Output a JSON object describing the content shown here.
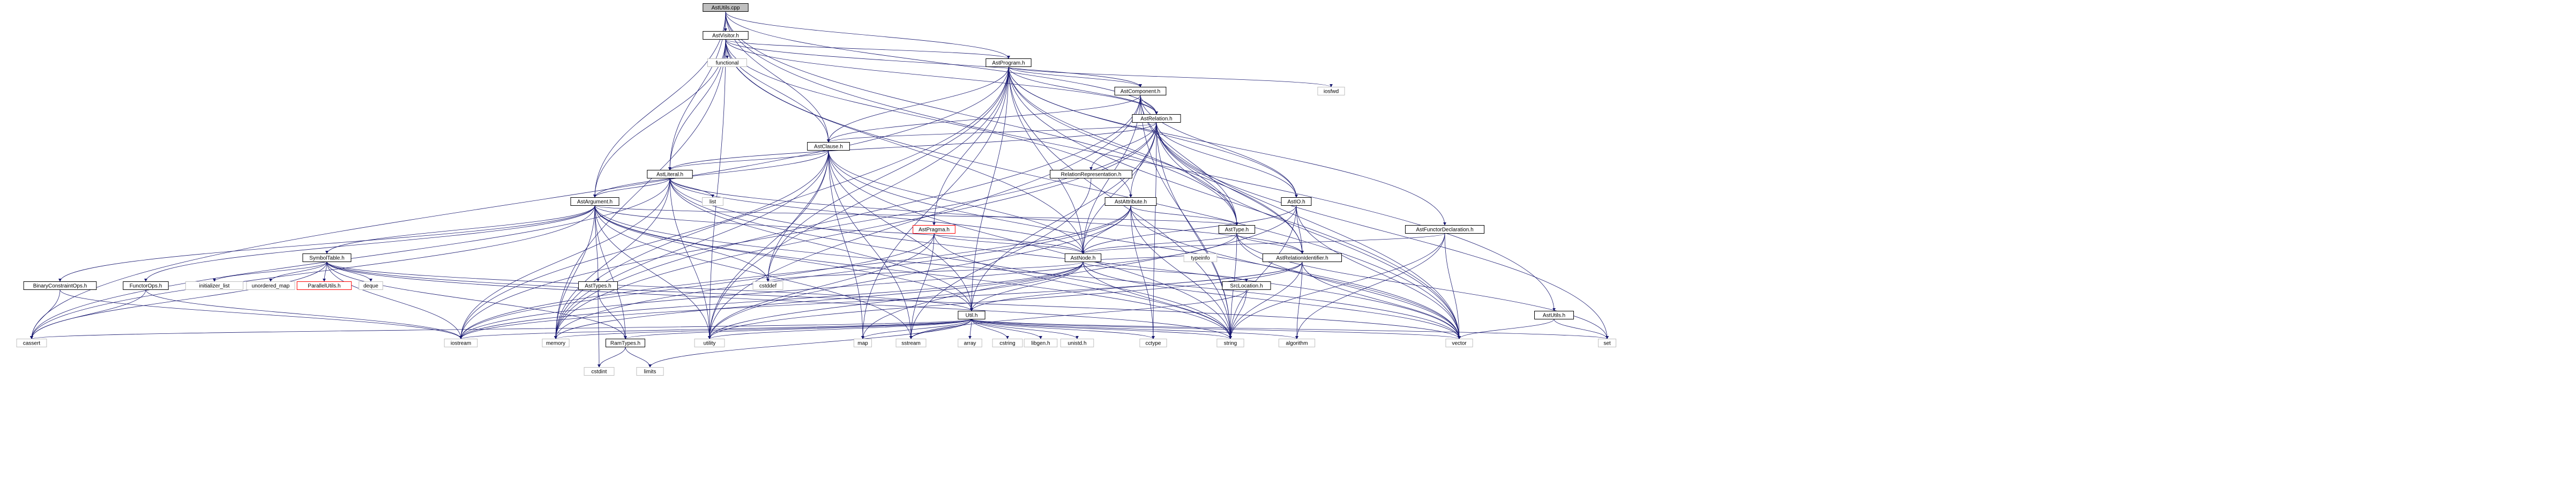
{
  "graph": {
    "colors": {
      "edge": "#191970",
      "node_fill": "#ffffff",
      "node_stroke": "#000000",
      "root_fill": "#bfbfbf",
      "link_stroke": "#bfbfbf",
      "highlight_stroke": "#ff0000",
      "highlight_text": "#ff0000",
      "label_text": "#000000"
    },
    "nodes": [
      {
        "id": "AstUtils.cpp",
        "label": "AstUtils.cpp",
        "kind": "root"
      },
      {
        "id": "AstVisitor.h",
        "label": "AstVisitor.h",
        "kind": "header"
      },
      {
        "id": "AstProgram.h",
        "label": "AstProgram.h",
        "kind": "header"
      },
      {
        "id": "functional",
        "label": "functional",
        "kind": "system"
      },
      {
        "id": "AstComponent.h",
        "label": "AstComponent.h",
        "kind": "header"
      },
      {
        "id": "iosfwd",
        "label": "iosfwd",
        "kind": "system"
      },
      {
        "id": "AstRelation.h",
        "label": "AstRelation.h",
        "kind": "header"
      },
      {
        "id": "AstClause.h",
        "label": "AstClause.h",
        "kind": "header"
      },
      {
        "id": "AstLiteral.h",
        "label": "AstLiteral.h",
        "kind": "header"
      },
      {
        "id": "RelationRepresentation.h",
        "label": "RelationRepresentation.h",
        "kind": "header"
      },
      {
        "id": "AstArgument.h",
        "label": "AstArgument.h",
        "kind": "header"
      },
      {
        "id": "list",
        "label": "list",
        "kind": "system"
      },
      {
        "id": "AstAttribute.h",
        "label": "AstAttribute.h",
        "kind": "header"
      },
      {
        "id": "AstType.h",
        "label": "AstType.h",
        "kind": "header"
      },
      {
        "id": "AstIO.h",
        "label": "AstIO.h",
        "kind": "header"
      },
      {
        "id": "AstFunctorDeclaration.h",
        "label": "AstFunctorDeclaration.h",
        "kind": "header"
      },
      {
        "id": "AstPragma.h",
        "label": "AstPragma.h",
        "kind": "highlight"
      },
      {
        "id": "AstNode.h",
        "label": "AstNode.h",
        "kind": "header"
      },
      {
        "id": "AstRelationIdentifier.h",
        "label": "AstRelationIdentifier.h",
        "kind": "header"
      },
      {
        "id": "SymbolTable.h",
        "label": "SymbolTable.h",
        "kind": "header"
      },
      {
        "id": "typeinfo",
        "label": "typeinfo",
        "kind": "system"
      },
      {
        "id": "AstTypes.h",
        "label": "AstTypes.h",
        "kind": "header"
      },
      {
        "id": "cstddef",
        "label": "cstddef",
        "kind": "system"
      },
      {
        "id": "SrcLocation.h",
        "label": "SrcLocation.h",
        "kind": "header"
      },
      {
        "id": "AstUtils.h",
        "label": "AstUtils.h",
        "kind": "header"
      },
      {
        "id": "BinaryConstraintOps.h",
        "label": "BinaryConstraintOps.h",
        "kind": "header"
      },
      {
        "id": "FunctorOps.h",
        "label": "FunctorOps.h",
        "kind": "header"
      },
      {
        "id": "initializer_list",
        "label": "initializer_list",
        "kind": "system"
      },
      {
        "id": "unordered_map",
        "label": "unordered_map",
        "kind": "system"
      },
      {
        "id": "ParallelUtils.h",
        "label": "ParallelUtils.h",
        "kind": "highlight"
      },
      {
        "id": "deque",
        "label": "deque",
        "kind": "system"
      },
      {
        "id": "Util.h",
        "label": "Util.h",
        "kind": "header"
      },
      {
        "id": "RamTypes.h",
        "label": "RamTypes.h",
        "kind": "header"
      },
      {
        "id": "cassert",
        "label": "cassert",
        "kind": "system"
      },
      {
        "id": "iostream",
        "label": "iostream",
        "kind": "system"
      },
      {
        "id": "memory",
        "label": "memory",
        "kind": "system"
      },
      {
        "id": "utility",
        "label": "utility",
        "kind": "system"
      },
      {
        "id": "map",
        "label": "map",
        "kind": "system"
      },
      {
        "id": "sstream",
        "label": "sstream",
        "kind": "system"
      },
      {
        "id": "array",
        "label": "array",
        "kind": "system"
      },
      {
        "id": "cstring",
        "label": "cstring",
        "kind": "system"
      },
      {
        "id": "libgen.h",
        "label": "libgen.h",
        "kind": "system"
      },
      {
        "id": "unistd.h",
        "label": "unistd.h",
        "kind": "system"
      },
      {
        "id": "cctype",
        "label": "cctype",
        "kind": "system"
      },
      {
        "id": "string",
        "label": "string",
        "kind": "system"
      },
      {
        "id": "algorithm",
        "label": "algorithm",
        "kind": "system"
      },
      {
        "id": "vector",
        "label": "vector",
        "kind": "system"
      },
      {
        "id": "set",
        "label": "set",
        "kind": "system"
      },
      {
        "id": "cstdint",
        "label": "cstdint",
        "kind": "system"
      },
      {
        "id": "limits",
        "label": "limits",
        "kind": "system"
      }
    ],
    "edges": [
      [
        "AstUtils.cpp",
        "AstVisitor.h"
      ],
      [
        "AstUtils.cpp",
        "AstProgram.h"
      ],
      [
        "AstUtils.cpp",
        "AstRelation.h"
      ],
      [
        "AstUtils.cpp",
        "AstClause.h"
      ],
      [
        "AstUtils.cpp",
        "AstLiteral.h"
      ],
      [
        "AstUtils.cpp",
        "AstArgument.h"
      ],
      [
        "AstUtils.cpp",
        "AstType.h"
      ],
      [
        "AstUtils.cpp",
        "AstUtils.h"
      ],
      [
        "AstVisitor.h",
        "functional"
      ],
      [
        "AstVisitor.h",
        "AstProgram.h"
      ],
      [
        "AstVisitor.h",
        "AstComponent.h"
      ],
      [
        "AstVisitor.h",
        "AstRelation.h"
      ],
      [
        "AstVisitor.h",
        "AstClause.h"
      ],
      [
        "AstVisitor.h",
        "AstLiteral.h"
      ],
      [
        "AstVisitor.h",
        "AstArgument.h"
      ],
      [
        "AstVisitor.h",
        "AstAttribute.h"
      ],
      [
        "AstVisitor.h",
        "AstNode.h"
      ],
      [
        "AstVisitor.h",
        "memory"
      ],
      [
        "AstVisitor.h",
        "utility"
      ],
      [
        "AstVisitor.h",
        "vector"
      ],
      [
        "AstProgram.h",
        "AstComponent.h"
      ],
      [
        "AstProgram.h",
        "iosfwd"
      ],
      [
        "AstProgram.h",
        "AstRelation.h"
      ],
      [
        "AstProgram.h",
        "AstClause.h"
      ],
      [
        "AstProgram.h",
        "AstType.h"
      ],
      [
        "AstProgram.h",
        "AstIO.h"
      ],
      [
        "AstProgram.h",
        "AstFunctorDeclaration.h"
      ],
      [
        "AstProgram.h",
        "AstPragma.h"
      ],
      [
        "AstProgram.h",
        "AstNode.h"
      ],
      [
        "AstProgram.h",
        "AstRelationIdentifier.h"
      ],
      [
        "AstProgram.h",
        "Util.h"
      ],
      [
        "AstProgram.h",
        "cassert"
      ],
      [
        "AstProgram.h",
        "memory"
      ],
      [
        "AstProgram.h",
        "utility"
      ],
      [
        "AstProgram.h",
        "map"
      ],
      [
        "AstProgram.h",
        "cstddef"
      ],
      [
        "AstProgram.h",
        "string"
      ],
      [
        "AstProgram.h",
        "vector"
      ],
      [
        "AstComponent.h",
        "AstRelation.h"
      ],
      [
        "AstComponent.h",
        "AstClause.h"
      ],
      [
        "AstComponent.h",
        "AstType.h"
      ],
      [
        "AstComponent.h",
        "AstIO.h"
      ],
      [
        "AstComponent.h",
        "AstNode.h"
      ],
      [
        "AstComponent.h",
        "memory"
      ],
      [
        "AstComponent.h",
        "utility"
      ],
      [
        "AstComponent.h",
        "string"
      ],
      [
        "AstComponent.h",
        "vector"
      ],
      [
        "AstRelation.h",
        "AstClause.h"
      ],
      [
        "AstRelation.h",
        "RelationRepresentation.h"
      ],
      [
        "AstRelation.h",
        "AstAttribute.h"
      ],
      [
        "AstRelation.h",
        "AstType.h"
      ],
      [
        "AstRelation.h",
        "AstIO.h"
      ],
      [
        "AstRelation.h",
        "AstNode.h"
      ],
      [
        "AstRelation.h",
        "AstRelationIdentifier.h"
      ],
      [
        "AstRelation.h",
        "AstLiteral.h"
      ],
      [
        "AstRelation.h",
        "Util.h"
      ],
      [
        "AstRelation.h",
        "iostream"
      ],
      [
        "AstRelation.h",
        "memory"
      ],
      [
        "AstRelation.h",
        "cctype"
      ],
      [
        "AstRelation.h",
        "string"
      ],
      [
        "AstRelation.h",
        "vector"
      ],
      [
        "AstRelation.h",
        "set"
      ],
      [
        "AstClause.h",
        "AstLiteral.h"
      ],
      [
        "AstClause.h",
        "AstArgument.h"
      ],
      [
        "AstClause.h",
        "AstNode.h"
      ],
      [
        "AstClause.h",
        "Util.h"
      ],
      [
        "AstClause.h",
        "iostream"
      ],
      [
        "AstClause.h",
        "memory"
      ],
      [
        "AstClause.h",
        "utility"
      ],
      [
        "AstClause.h",
        "map"
      ],
      [
        "AstClause.h",
        "sstream"
      ],
      [
        "AstClause.h",
        "cstddef"
      ],
      [
        "AstClause.h",
        "string"
      ],
      [
        "AstClause.h",
        "vector"
      ],
      [
        "AstLiteral.h",
        "AstArgument.h"
      ],
      [
        "AstLiteral.h",
        "list"
      ],
      [
        "AstLiteral.h",
        "AstNode.h"
      ],
      [
        "AstLiteral.h",
        "AstRelationIdentifier.h"
      ],
      [
        "AstLiteral.h",
        "Util.h"
      ],
      [
        "AstLiteral.h",
        "cassert"
      ],
      [
        "AstLiteral.h",
        "iostream"
      ],
      [
        "AstLiteral.h",
        "memory"
      ],
      [
        "AstLiteral.h",
        "utility"
      ],
      [
        "AstLiteral.h",
        "string"
      ],
      [
        "AstLiteral.h",
        "vector"
      ],
      [
        "RelationRepresentation.h",
        "sstream"
      ],
      [
        "AstArgument.h",
        "AstNode.h"
      ],
      [
        "AstArgument.h",
        "AstType.h"
      ],
      [
        "AstArgument.h",
        "AstTypes.h"
      ],
      [
        "AstArgument.h",
        "BinaryConstraintOps.h"
      ],
      [
        "AstArgument.h",
        "FunctorOps.h"
      ],
      [
        "AstArgument.h",
        "SymbolTable.h"
      ],
      [
        "AstArgument.h",
        "Util.h"
      ],
      [
        "AstArgument.h",
        "RamTypes.h"
      ],
      [
        "AstArgument.h",
        "cassert"
      ],
      [
        "AstArgument.h",
        "memory"
      ],
      [
        "AstArgument.h",
        "utility"
      ],
      [
        "AstArgument.h",
        "cstddef"
      ],
      [
        "AstArgument.h",
        "string"
      ],
      [
        "AstArgument.h",
        "vector"
      ],
      [
        "AstArgument.h",
        "sstream"
      ],
      [
        "AstAttribute.h",
        "AstNode.h"
      ],
      [
        "AstAttribute.h",
        "AstType.h"
      ],
      [
        "AstAttribute.h",
        "iostream"
      ],
      [
        "AstAttribute.h",
        "memory"
      ],
      [
        "AstAttribute.h",
        "utility"
      ],
      [
        "AstAttribute.h",
        "cctype"
      ],
      [
        "AstAttribute.h",
        "string"
      ],
      [
        "AstAttribute.h",
        "vector"
      ],
      [
        "AstType.h",
        "AstNode.h"
      ],
      [
        "AstType.h",
        "AstRelationIdentifier.h"
      ],
      [
        "AstType.h",
        "iostream"
      ],
      [
        "AstType.h",
        "string"
      ],
      [
        "AstType.h",
        "vector"
      ],
      [
        "AstType.h",
        "set"
      ],
      [
        "AstIO.h",
        "AstNode.h"
      ],
      [
        "AstIO.h",
        "AstRelationIdentifier.h"
      ],
      [
        "AstIO.h",
        "map"
      ],
      [
        "AstIO.h",
        "string"
      ],
      [
        "AstIO.h",
        "vector"
      ],
      [
        "AstFunctorDeclaration.h",
        "AstNode.h"
      ],
      [
        "AstFunctorDeclaration.h",
        "string"
      ],
      [
        "AstFunctorDeclaration.h",
        "vector"
      ],
      [
        "AstFunctorDeclaration.h",
        "algorithm"
      ],
      [
        "AstPragma.h",
        "AstNode.h"
      ],
      [
        "AstPragma.h",
        "iostream"
      ],
      [
        "AstPragma.h",
        "utility"
      ],
      [
        "AstPragma.h",
        "string"
      ],
      [
        "AstPragma.h",
        "sstream"
      ],
      [
        "AstNode.h",
        "SrcLocation.h"
      ],
      [
        "AstNode.h",
        "typeinfo"
      ],
      [
        "AstNode.h",
        "Util.h"
      ],
      [
        "AstNode.h",
        "iostream"
      ],
      [
        "AstNode.h",
        "memory"
      ],
      [
        "AstNode.h",
        "utility"
      ],
      [
        "AstNode.h",
        "cstddef"
      ],
      [
        "AstNode.h",
        "string"
      ],
      [
        "AstNode.h",
        "vector"
      ],
      [
        "AstRelationIdentifier.h",
        "Util.h"
      ],
      [
        "AstRelationIdentifier.h",
        "algorithm"
      ],
      [
        "AstRelationIdentifier.h",
        "iostream"
      ],
      [
        "AstRelationIdentifier.h",
        "string"
      ],
      [
        "AstRelationIdentifier.h",
        "vector"
      ],
      [
        "AstRelationIdentifier.h",
        "utility"
      ],
      [
        "SymbolTable.h",
        "ParallelUtils.h"
      ],
      [
        "SymbolTable.h",
        "RamTypes.h"
      ],
      [
        "SymbolTable.h",
        "Util.h"
      ],
      [
        "SymbolTable.h",
        "cassert"
      ],
      [
        "SymbolTable.h",
        "deque"
      ],
      [
        "SymbolTable.h",
        "initializer_list"
      ],
      [
        "SymbolTable.h",
        "iostream"
      ],
      [
        "SymbolTable.h",
        "string"
      ],
      [
        "SymbolTable.h",
        "unordered_map"
      ],
      [
        "SymbolTable.h",
        "vector"
      ],
      [
        "AstTypes.h",
        "RamTypes.h"
      ],
      [
        "AstTypes.h",
        "cstdint"
      ],
      [
        "SrcLocation.h",
        "string"
      ],
      [
        "SrcLocation.h",
        "sstream"
      ],
      [
        "AstUtils.h",
        "vector"
      ],
      [
        "AstUtils.h",
        "set"
      ],
      [
        "BinaryConstraintOps.h",
        "cassert"
      ],
      [
        "BinaryConstraintOps.h",
        "iostream"
      ],
      [
        "FunctorOps.h",
        "cassert"
      ],
      [
        "FunctorOps.h",
        "iostream"
      ],
      [
        "Util.h",
        "RamTypes.h"
      ],
      [
        "Util.h",
        "algorithm"
      ],
      [
        "Util.h",
        "array"
      ],
      [
        "Util.h",
        "cassert"
      ],
      [
        "Util.h",
        "cctype"
      ],
      [
        "Util.h",
        "cstring"
      ],
      [
        "Util.h",
        "iostream"
      ],
      [
        "Util.h",
        "libgen.h"
      ],
      [
        "Util.h",
        "map"
      ],
      [
        "Util.h",
        "memory"
      ],
      [
        "Util.h",
        "set"
      ],
      [
        "Util.h",
        "sstream"
      ],
      [
        "Util.h",
        "string"
      ],
      [
        "Util.h",
        "unistd.h"
      ],
      [
        "Util.h",
        "utility"
      ],
      [
        "Util.h",
        "vector"
      ],
      [
        "Util.h",
        "limits"
      ],
      [
        "RamTypes.h",
        "cstdint"
      ],
      [
        "RamTypes.h",
        "limits"
      ]
    ]
  }
}
